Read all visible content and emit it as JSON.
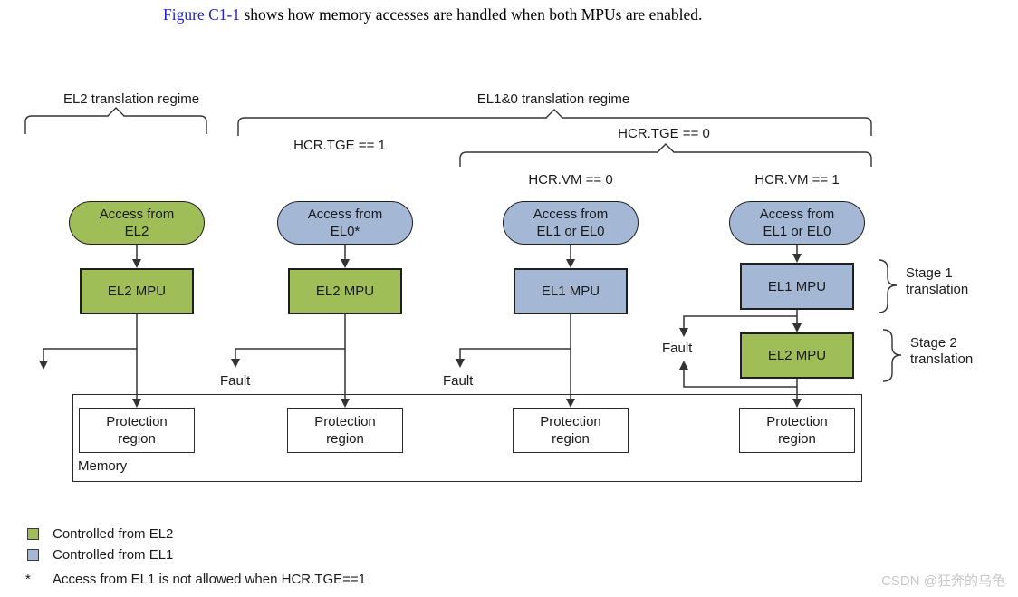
{
  "caption": {
    "link_text": "Figure C1-1",
    "text": " shows how memory accesses are handled when both MPUs are enabled."
  },
  "colors": {
    "controlled_from_el2_green": "#9fbe58",
    "controlled_from_el1_blue": "#a4b8d6",
    "figure_link_blue": "#2424cd",
    "watermark_gray": "#c8c8c8"
  },
  "regimes": {
    "el2": "EL2 translation regime",
    "el10": "EL1&0 translation regime"
  },
  "conditions": {
    "tge1": "HCR.TGE == 1",
    "tge0": "HCR.TGE == 0",
    "vm0": "HCR.VM == 0",
    "vm1": "HCR.VM == 1"
  },
  "columns": [
    {
      "pill": {
        "line1": "Access from",
        "line2": "EL2"
      },
      "mpu1": "EL2 MPU",
      "fault": ""
    },
    {
      "pill": {
        "line1": "Access from",
        "line2": "EL0*"
      },
      "mpu1": "EL2 MPU",
      "fault": "Fault"
    },
    {
      "pill": {
        "line1": "Access from",
        "line2": "EL1 or EL0"
      },
      "mpu1": "EL1 MPU",
      "fault": "Fault"
    },
    {
      "pill": {
        "line1": "Access from",
        "line2": "EL1 or EL0"
      },
      "mpu1": "EL1 MPU",
      "mpu2": "EL2 MPU",
      "fault": "Fault"
    }
  ],
  "stages": [
    {
      "line1": "Stage 1",
      "line2": "translation"
    },
    {
      "line1": "Stage 2",
      "line2": "translation"
    }
  ],
  "memory": {
    "label": "Memory",
    "region_line1": "Protection",
    "region_line2": "region"
  },
  "legend": {
    "items": [
      {
        "label": "Controlled from EL2"
      },
      {
        "label": "Controlled from EL1"
      }
    ],
    "footnote_marker": "*",
    "footnote": "Access from EL1 is not allowed when HCR.TGE==1"
  },
  "watermark": "CSDN @狂奔的乌龟"
}
